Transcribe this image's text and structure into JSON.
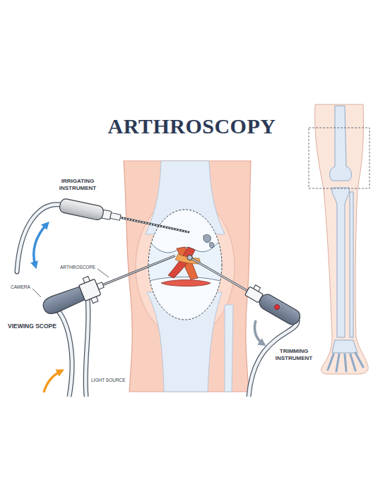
{
  "diagram": {
    "title": "ARTHROSCOPY",
    "labels": [
      "IRRIGATING INSTRUMENT",
      "ARTHROSCOPE",
      "CAMERA",
      "VIEWING SCOPE",
      "LIGHT SOURCE",
      "TRIMMING INSTRUMENT"
    ]
  }
}
